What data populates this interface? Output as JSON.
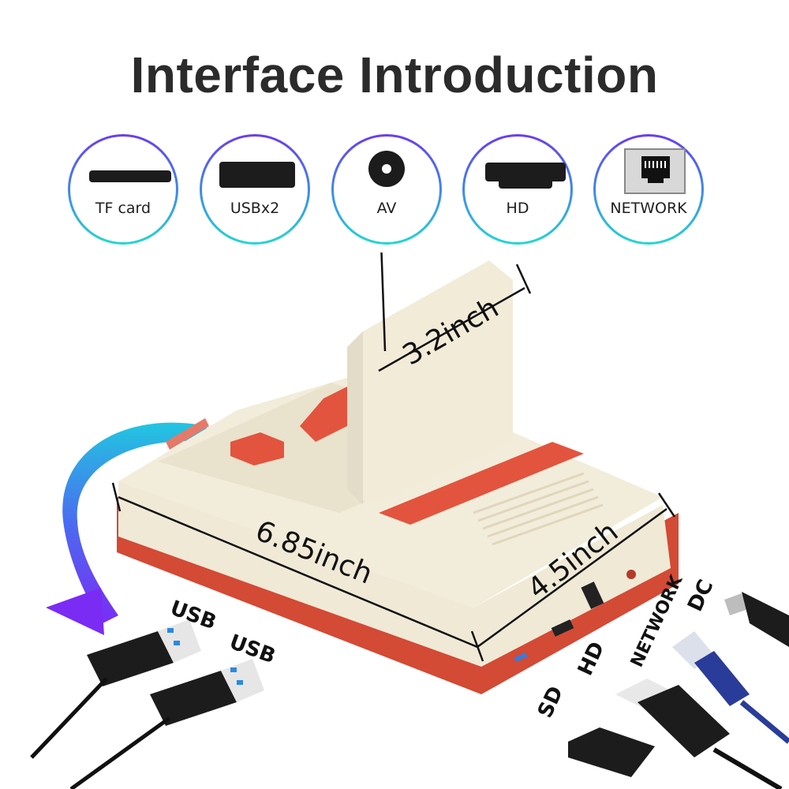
{
  "header": {
    "title": "Interface Introduction"
  },
  "interfaces": [
    {
      "label": "TF card",
      "icon": "tf-card-slot-icon"
    },
    {
      "label": "USBx2",
      "icon": "usb-port-icon"
    },
    {
      "label": "AV",
      "icon": "av-jack-icon"
    },
    {
      "label": "HD",
      "icon": "hdmi-port-icon"
    },
    {
      "label": "NETWORK",
      "icon": "ethernet-port-icon"
    }
  ],
  "dimensions": {
    "height": "3.2inch",
    "length": "6.85inch",
    "width": "4.5inch"
  },
  "port_callouts": {
    "usb_1": "USB",
    "usb_2": "USB",
    "sd": "SD",
    "hd": "HD",
    "network": "NETWORK",
    "dc": "DC",
    "sd_card_text": "SD"
  },
  "colors": {
    "console_body": "#efe9d6",
    "console_accent": "#e2543e",
    "console_base": "#d34a35",
    "ring_gradient_top": "#6a3cf0",
    "ring_gradient_bottom": "#22d8d0",
    "arrow_top": "#22c6e0",
    "arrow_bottom": "#7a2cf5",
    "ethernet_plug": "#2a3c9a"
  }
}
